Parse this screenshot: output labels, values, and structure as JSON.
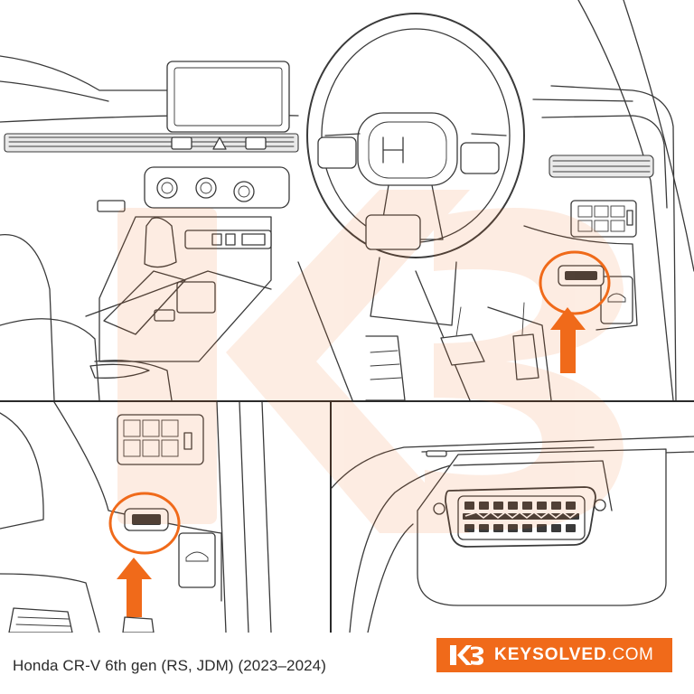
{
  "caption": "Honda CR-V 6th gen (RS, JDM) (2023–2024)",
  "brand": {
    "name": "KEYSOLVED",
    "tld": ".COM"
  },
  "colors": {
    "accent": "#f06a1a",
    "line": "#3a3a3a",
    "background": "#ffffff"
  },
  "panels": [
    "dashboard-overview",
    "knee-panel-closeup",
    "obd2-port-closeup"
  ],
  "icons": [
    "obd2-port-icon",
    "hood-release-icon",
    "pointer-arrow-icon",
    "keysolved-logo-icon"
  ]
}
